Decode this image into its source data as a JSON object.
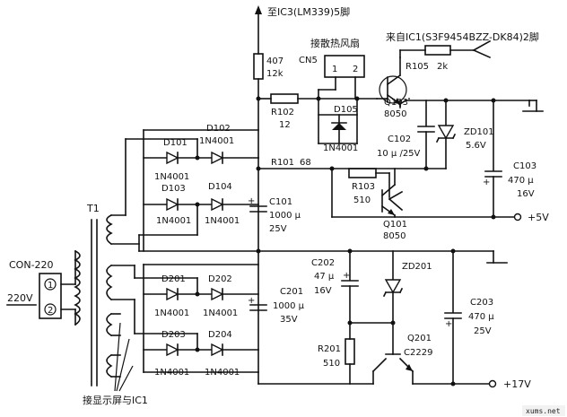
{
  "top_note": "至IC3(LM339)5脚",
  "ic1_note": "来自IC1(S3F9454BZZ-DK84)2脚",
  "fan_label": "接散热风扇",
  "display_note": "接显示屏与IC1",
  "watermark": "xums.net",
  "plug": {
    "name": "CON-220",
    "pin1": "1",
    "pin2": "2",
    "voltage": "220V"
  },
  "transformer": "T1",
  "outputs": {
    "plus5": "+5V",
    "plus17": "+17V"
  },
  "components": {
    "r407": {
      "ref": "407",
      "val": "12k"
    },
    "r105": {
      "ref": "R105",
      "val": "2k"
    },
    "r102": {
      "ref": "R102",
      "val": "12"
    },
    "r101": {
      "ref": "R101",
      "val": "68"
    },
    "r103": {
      "ref": "R103",
      "val": "510"
    },
    "r201": {
      "ref": "R201",
      "val": "510"
    },
    "cn5": {
      "ref": "CN5",
      "p1": "1",
      "p2": "2"
    },
    "q103": {
      "ref": "Q103",
      "val": "8050"
    },
    "q101": {
      "ref": "Q101",
      "val": "8050"
    },
    "q201": {
      "ref": "Q201",
      "val": "C2229"
    },
    "d101": {
      "ref": "D101",
      "val": "1N4001"
    },
    "d102": {
      "ref": "D102",
      "val": "1N4001"
    },
    "d103": {
      "ref": "D103",
      "val": "1N4001"
    },
    "d104": {
      "ref": "D104",
      "val": "1N4001"
    },
    "d105": {
      "ref": "D105",
      "val": "1N4001"
    },
    "d201": {
      "ref": "D201",
      "val": "1N4001"
    },
    "d202": {
      "ref": "D202",
      "val": "1N4001"
    },
    "d203": {
      "ref": "D203",
      "val": "1N4001"
    },
    "d204": {
      "ref": "D204",
      "val": "1N4001"
    },
    "zd101": {
      "ref": "ZD101",
      "val": "5.6V"
    },
    "zd201": {
      "ref": "ZD201"
    },
    "c101": {
      "ref": "C101",
      "val1": "1000 μ",
      "val2": "25V"
    },
    "c102": {
      "ref": "C102",
      "val": "10 μ /25V"
    },
    "c103": {
      "ref": "C103",
      "val1": "470 μ",
      "val2": "16V"
    },
    "c201": {
      "ref": "C201",
      "val1": "1000 μ",
      "val2": "35V"
    },
    "c202": {
      "ref": "C202",
      "val1": "47 μ",
      "val2": "16V"
    },
    "c203": {
      "ref": "C203",
      "val1": "470 μ",
      "val2": "25V"
    }
  }
}
